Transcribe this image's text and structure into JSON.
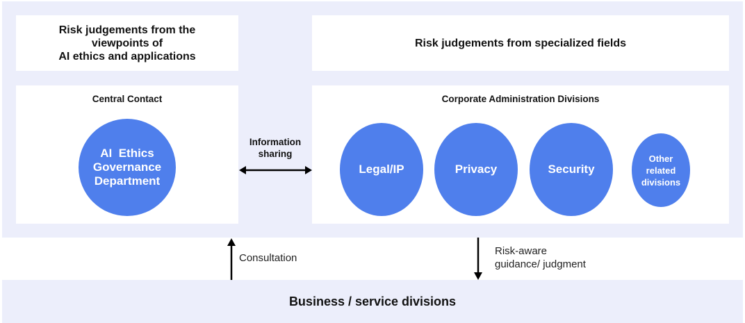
{
  "top_left": {
    "title": "Risk judgements from the viewpoints of AI ethics and applications",
    "lines": [
      "Risk judgements from the",
      "viewpoints of",
      "AI ethics and applications"
    ]
  },
  "top_right": {
    "title": "Risk judgements from specialized fields"
  },
  "central": {
    "title": "Central Contact",
    "circle_lines": [
      "AI  Ethics",
      "Governance",
      "Department"
    ]
  },
  "info_sharing": {
    "lines": [
      "Information",
      "sharing"
    ]
  },
  "corporate": {
    "title": "Corporate Administration Divisions",
    "divisions": [
      {
        "label": "Legal/IP"
      },
      {
        "label": "Privacy"
      },
      {
        "label": "Security"
      },
      {
        "lines": [
          "Other",
          "related",
          "divisions"
        ]
      }
    ]
  },
  "flows": {
    "consultation": "Consultation",
    "guidance_lines": [
      "Risk-aware",
      "guidance/ judgment"
    ]
  },
  "business": {
    "label": "Business / service divisions"
  },
  "colors": {
    "accent": "#4f7fec",
    "panel": "#eceefb"
  }
}
